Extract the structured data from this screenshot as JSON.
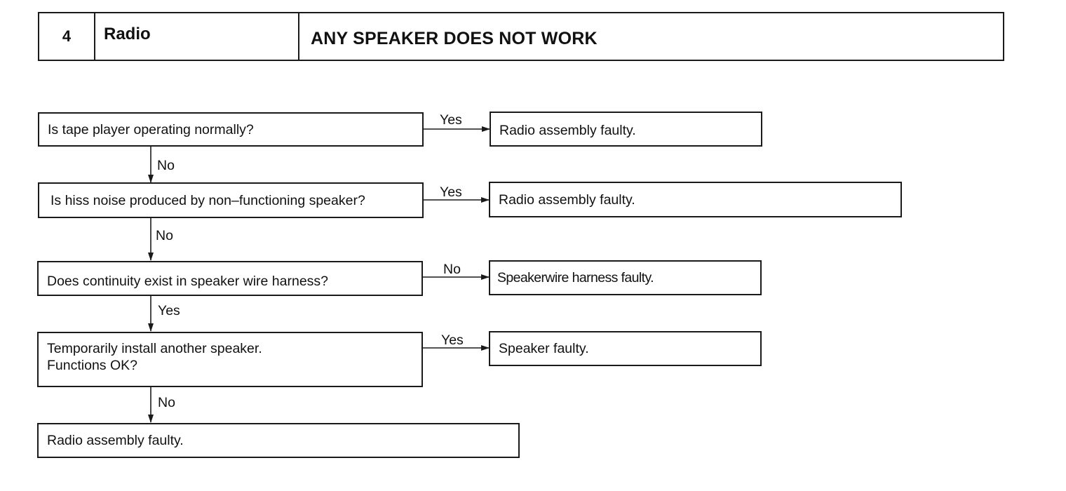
{
  "header": {
    "number": "4",
    "system": "Radio",
    "title": "ANY SPEAKER DOES NOT WORK"
  },
  "flowchart": {
    "steps": [
      {
        "question": "Is tape player operating normally?",
        "branch_label": "Yes",
        "branch_result": "Radio assembly faulty.",
        "next_label": "No"
      },
      {
        "question": "Is hiss noise produced by non–functioning speaker?",
        "branch_label": "Yes",
        "branch_result": "Radio assembly faulty.",
        "next_label": "No"
      },
      {
        "question": "Does continuity exist in speaker wire harness?",
        "branch_label": "No",
        "branch_result": "Speakerwire harness faulty.",
        "next_label": "Yes"
      },
      {
        "question": "Temporarily install another speaker.\nFunctions OK?",
        "branch_label": "Yes",
        "branch_result": "Speaker faulty.",
        "next_label": "No"
      }
    ],
    "final_result": "Radio assembly faulty."
  },
  "colors": {
    "line": "#1a1a1a",
    "text": "#111111",
    "background": "#ffffff"
  }
}
